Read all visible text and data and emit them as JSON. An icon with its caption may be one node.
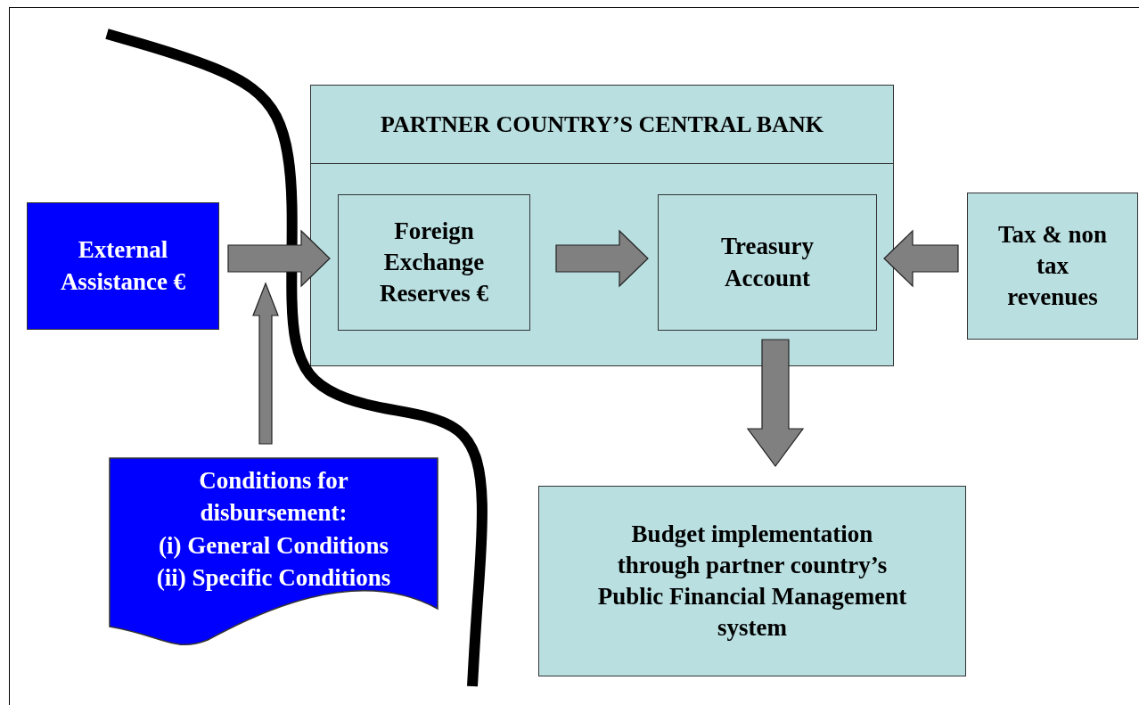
{
  "diagram": {
    "nodes": [
      {
        "text": [
          "PARTNER COUNTRY’S CENTRAL BANK"
        ]
      },
      {
        "text": [
          "External Assistance €"
        ]
      },
      {
        "text": [
          "Foreign Exchange Reserves €"
        ],
        "in": 0
      },
      {
        "text": [
          "Treasury Account"
        ],
        "in": 0
      },
      {
        "text": [
          "Tax & non tax revenues"
        ]
      },
      {
        "text": [
          "Conditions for disbursement:",
          "(i) General Conditions",
          "(ii) Specific Conditions"
        ]
      },
      {
        "text": [
          "Budget implementation through partner country’s Public Financial Management system"
        ]
      }
    ],
    "edges": [
      {
        "from": 1,
        "to": 2,
        "arrow": "to"
      },
      {
        "from": 2,
        "to": 3,
        "arrow": "to"
      },
      {
        "from": 4,
        "to": 3,
        "arrow": "to"
      },
      {
        "from": 3,
        "to": 6,
        "arrow": "to"
      },
      {
        "from": 5,
        "to": null,
        "arrow": "to"
      }
    ]
  }
}
